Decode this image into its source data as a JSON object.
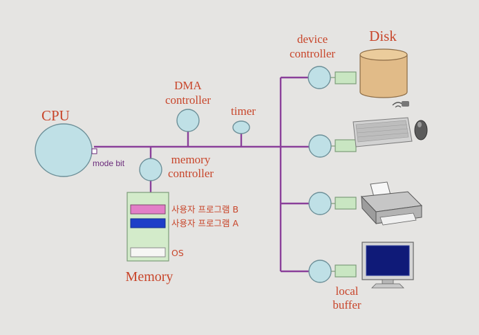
{
  "labels": {
    "cpu": "CPU",
    "mode_bit": "mode bit",
    "dma_line1": "DMA",
    "dma_line2": "controller",
    "timer": "timer",
    "memctl_line1": "memory",
    "memctl_line2": "controller",
    "devctl_line1": "device",
    "devctl_line2": "controller",
    "disk": "Disk",
    "memory": "Memory",
    "os": "OS",
    "program_b": "사용자 프로그램 B",
    "program_a": "사용자 프로그램 A",
    "localbuf_line1": "local",
    "localbuf_line2": "buffer"
  },
  "colors": {
    "background": "#e5e4e2",
    "bus": "#8a3f9a",
    "label": "#c8452a",
    "node_fill": "#bfe0e6",
    "buffer_fill": "#c9e6c2",
    "program_b": "#e27fc7",
    "program_a": "#1e3fc8",
    "disk": "#e1bb88"
  },
  "icons": [
    "disk-icon",
    "keyboard-mouse-icon",
    "printer-icon",
    "monitor-icon"
  ]
}
